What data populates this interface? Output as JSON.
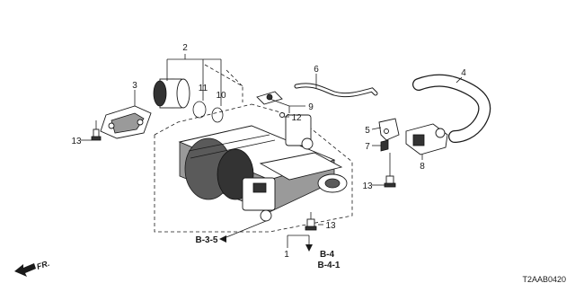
{
  "diagram": {
    "callouts": {
      "c1": "1",
      "c2": "2",
      "c3": "3",
      "c4": "4",
      "c5": "5",
      "c6": "6",
      "c7": "7",
      "c8": "8",
      "c9": "9",
      "c10": "10",
      "c11": "11",
      "c12": "12",
      "c13a": "13",
      "c13b": "13",
      "c13c": "13"
    },
    "references": {
      "b35": "B-3-5",
      "b4": "B-4",
      "b41": "B-4-1"
    },
    "direction_label": "FR.",
    "diagram_code": "T2AAB0420"
  }
}
